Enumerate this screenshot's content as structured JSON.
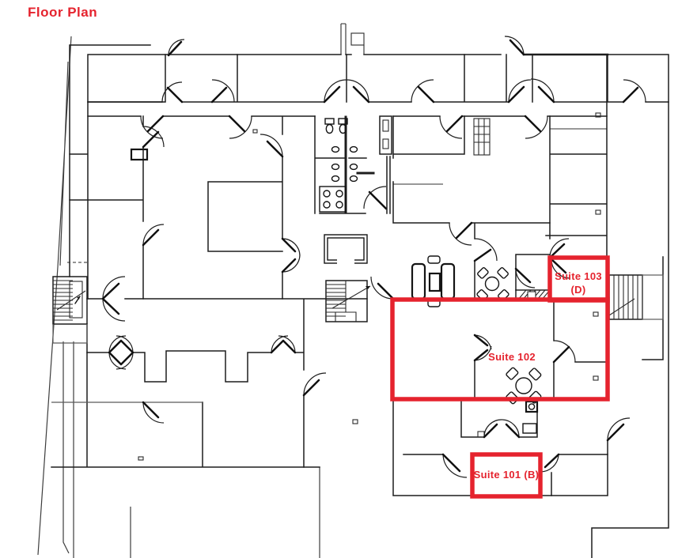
{
  "page": {
    "title": "Floor Plan"
  },
  "colors": {
    "accent_red": "#e5232e",
    "wall": "#1d1d1d",
    "background": "#ffffff"
  },
  "floor_plan": {
    "suites": [
      {
        "id": "suite-103",
        "label": "Suite 103",
        "sublabel": "(D)"
      },
      {
        "id": "suite-102",
        "label": "Suite 102",
        "sublabel": ""
      },
      {
        "id": "suite-101",
        "label": "Suite 101 (B)",
        "sublabel": ""
      }
    ]
  }
}
